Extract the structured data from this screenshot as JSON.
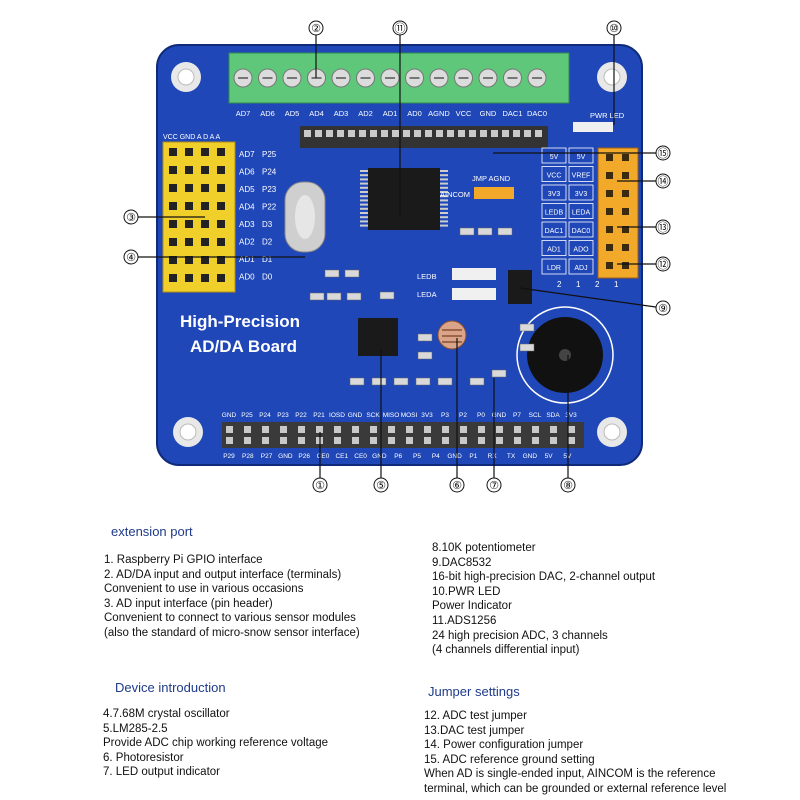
{
  "board": {
    "title_line1": "High-Precision",
    "title_line2": "AD/DA Board",
    "terminal_labels": [
      "AD7",
      "AD6",
      "AD5",
      "AD4",
      "AD3",
      "AD2",
      "AD1",
      "AD0",
      "AGND",
      "VCC",
      "GND",
      "DAC1",
      "DAC0"
    ],
    "header_top_labels": [
      "VCC",
      "GND",
      "A",
      "D",
      "A",
      "A"
    ],
    "ad_labels": [
      "AD7",
      "AD6",
      "AD5",
      "AD4",
      "AD3",
      "AD2",
      "AD1",
      "AD0"
    ],
    "p_labels": [
      "P25",
      "P24",
      "P23",
      "P22",
      "D3",
      "D2",
      "D1",
      "D0"
    ],
    "jumper_grid": [
      [
        "5V",
        "5V"
      ],
      [
        "VCC",
        "VREF"
      ],
      [
        "3V3",
        "3V3"
      ],
      [
        "LEDB",
        "LEDA"
      ],
      [
        "DAC1",
        "DAC0"
      ],
      [
        "AD1",
        "ADO"
      ],
      [
        "LDR",
        "ADJ"
      ]
    ],
    "jumper_cols": [
      "2",
      "1",
      "2",
      "1"
    ],
    "jmp_label": "JMP AGND",
    "aincom_label": "AINCOM",
    "pwr_led_label": "PWR LED",
    "ledb_label": "LEDB",
    "leda_label": "LEDA",
    "gpio_top_labels": [
      "GND",
      "P25",
      "P24",
      "P23",
      "P22",
      "P21",
      "IOSD",
      "GND",
      "SCK",
      "MISO",
      "MOSI",
      "3V3",
      "P3",
      "P2",
      "P0",
      "GND",
      "P7",
      "SCL",
      "SDA",
      "3V3"
    ],
    "gpio_bottom_labels": [
      "P29",
      "P28",
      "P27",
      "GND",
      "P26",
      "CE0",
      "CE1",
      "CE0",
      "GND",
      "P6",
      "P5",
      "P4",
      "GND",
      "P1",
      "RX",
      "TX",
      "GND",
      "5V",
      "5V"
    ],
    "callouts": [
      "①",
      "②",
      "③",
      "④",
      "⑤",
      "⑥",
      "⑦",
      "⑧",
      "⑨",
      "⑩",
      "⑪",
      "⑫",
      "⑬",
      "⑭",
      "⑮"
    ]
  },
  "extension": {
    "title": "extension port",
    "left_lines": [
      "1. Raspberry Pi GPIO interface",
      "2. AD/DA input and output interface (terminals)",
      "Convenient to use in various occasions",
      "3. AD input interface (pin header)",
      "Convenient to connect to various sensor modules",
      " (also the standard of micro-snow sensor interface)"
    ],
    "right_lines": [
      "8.10K potentiometer",
      "9.DAC8532",
      "16-bit high-precision DAC, 2-channel output",
      "10.PWR LED",
      "Power Indicator",
      "11.ADS1256",
      "24 high precision ADC, 3 channels",
      "(4 channels differential input)"
    ]
  },
  "device": {
    "title": "Device introduction",
    "lines": [
      "4.7.68M crystal oscillator",
      "5.LM285-2.5",
      "Provide ADC chip working reference voltage",
      "6. Photoresistor",
      "7. LED output indicator"
    ]
  },
  "jumper": {
    "title": "Jumper settings",
    "lines": [
      "12. ADC test jumper",
      "13.DAC test jumper",
      "14. Power configuration jumper",
      "15. ADC reference ground setting",
      "When AD is single-ended input, AINCOM is the reference",
      "terminal, which can be grounded or external reference level"
    ]
  },
  "colors": {
    "board": "#1f47b8",
    "terminal": "#5ec77a",
    "header": "#f0cf2a",
    "jumper": "#f2a92a"
  }
}
